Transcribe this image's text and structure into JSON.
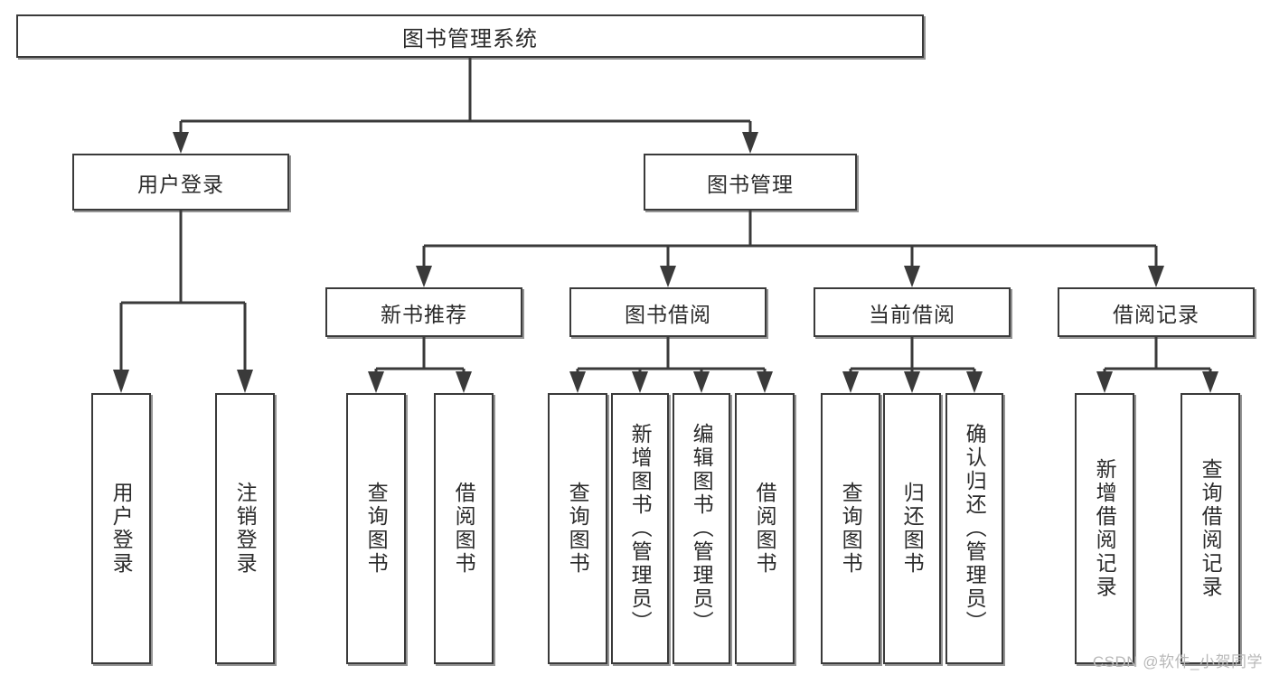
{
  "diagram": {
    "title": "图书管理系统",
    "watermark": "CSDN @软件_小贺同学",
    "colors": {
      "stroke": "#3a3a3a",
      "fill": "#ffffff",
      "text": "#2b2b2b",
      "watermark": "#b9b9b9"
    },
    "levels": {
      "root": {
        "label": "图书管理系统"
      },
      "level2": [
        {
          "label": "用户登录"
        },
        {
          "label": "图书管理"
        }
      ],
      "level3": [
        {
          "label": "新书推荐"
        },
        {
          "label": "图书借阅"
        },
        {
          "label": "当前借阅"
        },
        {
          "label": "借阅记录"
        }
      ],
      "level4": [
        {
          "label": "用户登录",
          "parent": "用户登录"
        },
        {
          "label": "注销登录",
          "parent": "用户登录"
        },
        {
          "label": "查询图书",
          "parent": "新书推荐"
        },
        {
          "label": "借阅图书",
          "parent": "新书推荐"
        },
        {
          "label": "查询图书",
          "parent": "图书借阅"
        },
        {
          "label": "新增图书（管理员）",
          "parent": "图书借阅"
        },
        {
          "label": "编辑图书（管理员）",
          "parent": "图书借阅"
        },
        {
          "label": "借阅图书",
          "parent": "图书借阅"
        },
        {
          "label": "查询图书",
          "parent": "当前借阅"
        },
        {
          "label": "归还图书",
          "parent": "当前借阅"
        },
        {
          "label": "确认归还（管理员）",
          "parent": "当前借阅"
        },
        {
          "label": "新增借阅记录",
          "parent": "借阅记录"
        },
        {
          "label": "查询借阅记录",
          "parent": "借阅记录"
        }
      ]
    }
  }
}
